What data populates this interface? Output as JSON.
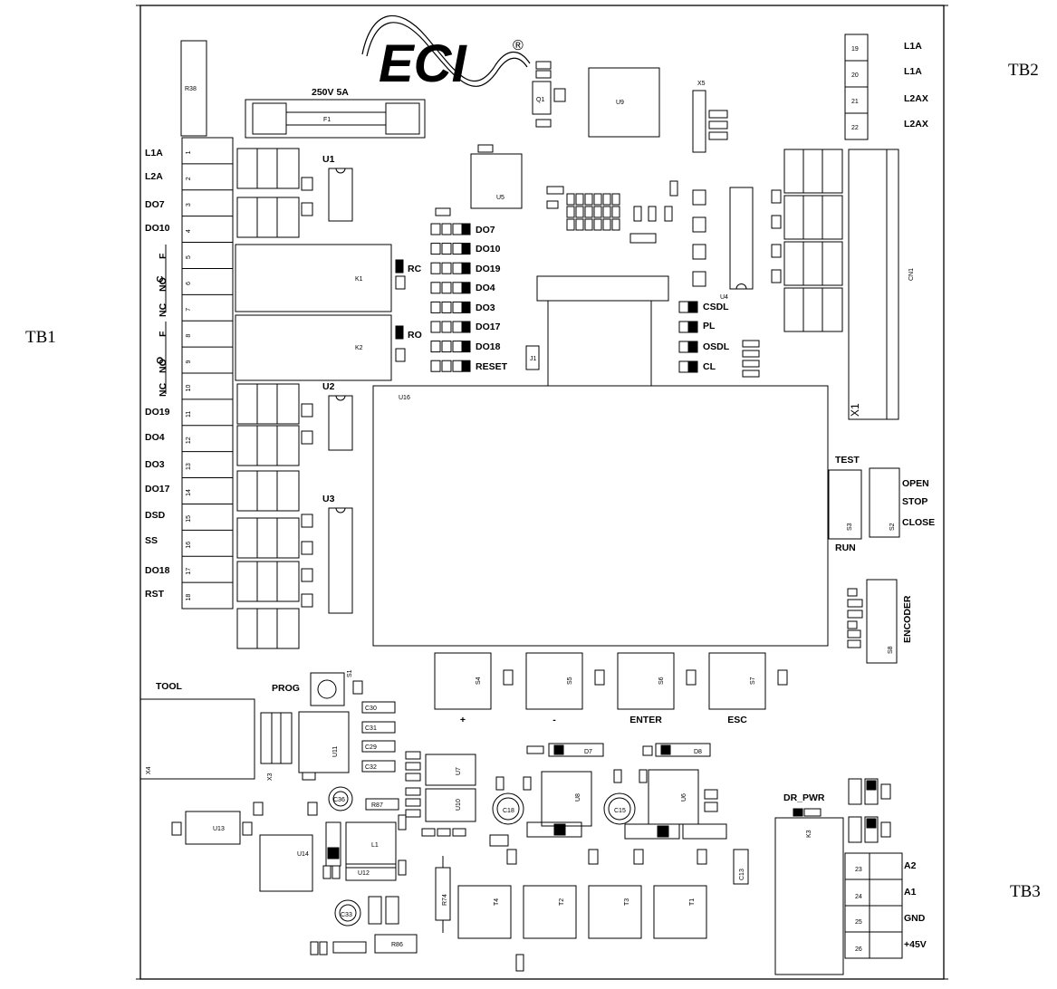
{
  "logo": {
    "text": "ECI",
    "mark": "®"
  },
  "outer_labels": {
    "tb1": "TB1",
    "tb2": "TB2",
    "tb3": "TB3"
  },
  "fuse": {
    "rating": "250V 5A",
    "ref": "F1"
  },
  "tb1_terminals": [
    "1",
    "2",
    "3",
    "4",
    "5",
    "6",
    "7",
    "8",
    "9",
    "10",
    "11",
    "12",
    "13",
    "14",
    "15",
    "16",
    "17",
    "18"
  ],
  "tb1_labels": {
    "l1a": "L1A",
    "l2a": "L2A",
    "do7": "DO7",
    "do10": "DO10",
    "relay1_f": "F",
    "relay1_c": "C",
    "relay1_no": "NO",
    "relay1_nc": "NC",
    "relay2_f": "F",
    "relay2_o": "O",
    "relay2_no": "NO",
    "relay2_nc": "NC",
    "do19": "DO19",
    "do4": "DO4",
    "do3": "DO3",
    "do17": "DO17",
    "dsd": "DSD",
    "ss": "SS",
    "do18": "DO18",
    "rst": "RST"
  },
  "tb2": {
    "terminals": [
      "19",
      "20",
      "21",
      "22"
    ],
    "labels": [
      "L1A",
      "L1A",
      "L2AX",
      "L2AX"
    ]
  },
  "tb3": {
    "terminals": [
      "23",
      "24",
      "25",
      "26"
    ],
    "labels": [
      "A2",
      "A1",
      "GND",
      "+45V"
    ]
  },
  "led_labels_left": [
    "DO7",
    "DO10",
    "DO19",
    "DO4",
    "DO3",
    "DO17",
    "DO18",
    "RESET"
  ],
  "led_labels_right": [
    "CSDL",
    "PL",
    "OSDL",
    "CL"
  ],
  "relay_leds": {
    "rc": "RC",
    "ro": "RO"
  },
  "ics": {
    "u1": "U1",
    "u2": "U2",
    "u3": "U3",
    "u16": "U16",
    "u9": "U9",
    "u5": "U5",
    "u4": "U4",
    "u14": "U14",
    "u13": "U13",
    "u11": "U11",
    "u7": "U7",
    "u10": "U10",
    "u8": "U8",
    "u6": "U6",
    "u12": "U12"
  },
  "connectors": {
    "cn1": "CN1",
    "x1": "X1",
    "x4": "X4",
    "x3": "X3",
    "k3": "K3",
    "x5": "X5",
    "j1": "J1"
  },
  "switches": {
    "test": "TEST",
    "run": "RUN",
    "s3": "S3",
    "open": "OPEN",
    "stop": "STOP",
    "close": "CLOSE",
    "s2": "S2",
    "encoder": "ENCODER",
    "s8": "S8"
  },
  "keys": [
    {
      "ref": "S4",
      "label": "+"
    },
    {
      "ref": "S5",
      "label": "-"
    },
    {
      "ref": "S6",
      "label": "ENTER"
    },
    {
      "ref": "S7",
      "label": "ESC"
    }
  ],
  "tool": {
    "label": "TOOL",
    "prog": "PROG",
    "s1": "S1"
  },
  "transformers": [
    "T4",
    "T2",
    "T3",
    "T1"
  ],
  "dr_pwr": "DR_PWR",
  "misc": {
    "r38": "R38",
    "r74": "R74",
    "r87": "R87",
    "r86": "R86",
    "c13": "C13",
    "c33": "C33",
    "c18": "C18",
    "c15": "C15",
    "c36": "C36",
    "l1": "L1",
    "q1": "Q1",
    "c30": "C30",
    "c31": "C31",
    "c29": "C29",
    "c32": "C32",
    "d7": "D7",
    "d8": "D8",
    "k1": "K1",
    "k2": "K2"
  }
}
